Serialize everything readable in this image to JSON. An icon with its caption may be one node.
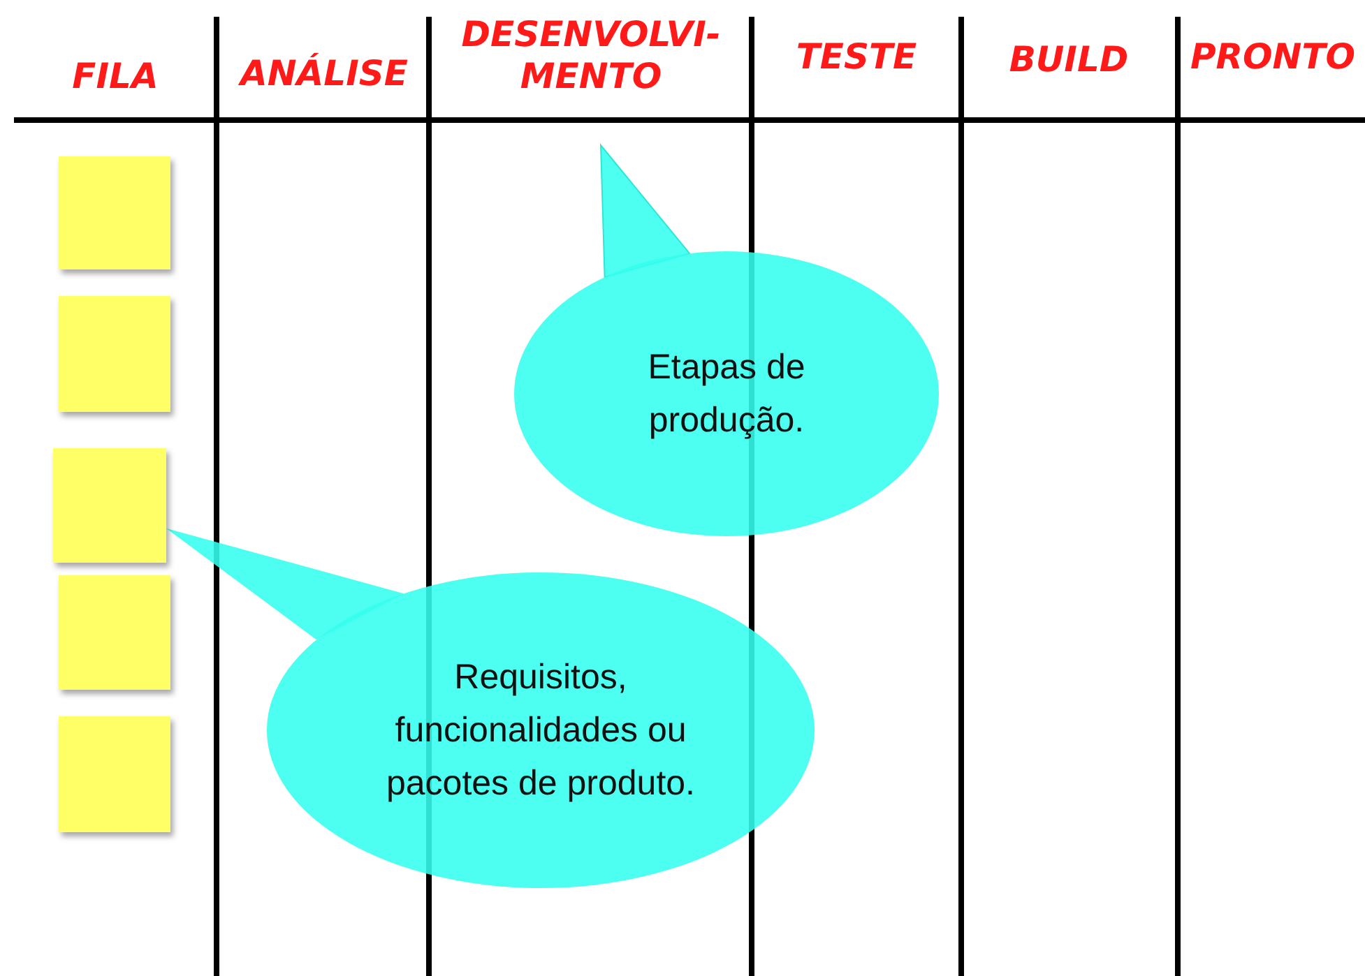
{
  "diagram": {
    "nodes": [
      {
        "text": [],
        "shape": "box"
      },
      {
        "text": [],
        "shape": "box"
      },
      {
        "text": [],
        "shape": "box"
      },
      {
        "text": [],
        "shape": "box"
      },
      {
        "text": [],
        "shape": "box"
      },
      {
        "text": [
          "Etapas de produção."
        ]
      },
      {
        "text": [
          "Requisitos, funcionalidades ou pacotes de produto."
        ]
      }
    ],
    "edges": [
      {
        "from": 5,
        "to": null,
        "arrow": "to"
      },
      {
        "from": 6,
        "to": 2,
        "arrow": "none"
      }
    ],
    "labels": [
      "FILA",
      "ANÁLISE",
      "DESENVOLVI-MENTO",
      "TESTE",
      "BUILD",
      "PRONTO"
    ]
  }
}
